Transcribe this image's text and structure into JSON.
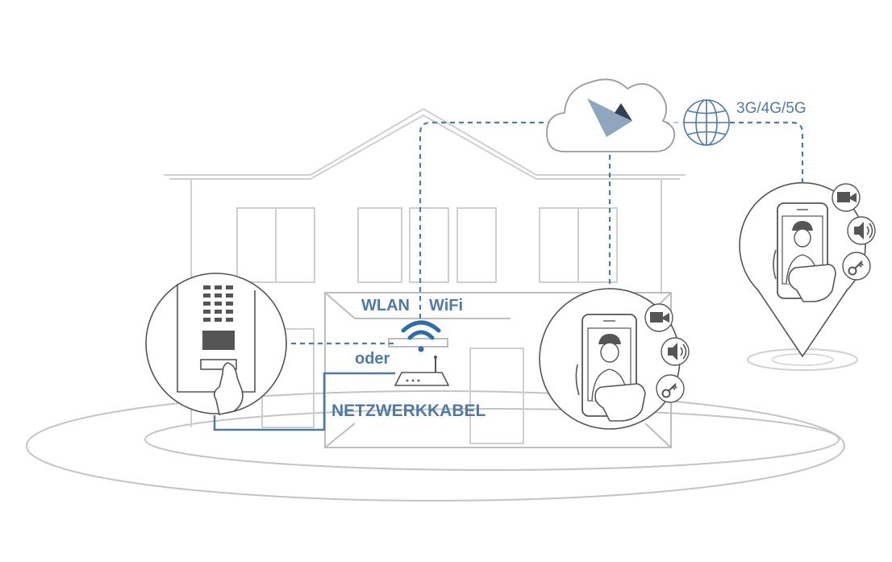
{
  "labels": {
    "wlan": "WLAN",
    "wifi": "WiFi",
    "oder": "oder",
    "cable": "NETZWERKKABEL",
    "mobile": "3G/4G/5G"
  },
  "colors": {
    "accent": "#4f7aa6",
    "accent_light": "#b9c9da",
    "line_gray": "#cfcfcf",
    "ink": "#555555",
    "wifi_blue": "#2e6da4",
    "cloud_logo_dark": "#2f3f55",
    "cloud_logo_light": "#8fa6bf"
  },
  "icons": [
    "intercom-panel-icon",
    "wifi-icon",
    "router-icon",
    "cloud-icon",
    "globe-icon",
    "smartphone-icon",
    "video-camera-icon",
    "speaker-icon",
    "key-icon",
    "location-pin-icon"
  ]
}
